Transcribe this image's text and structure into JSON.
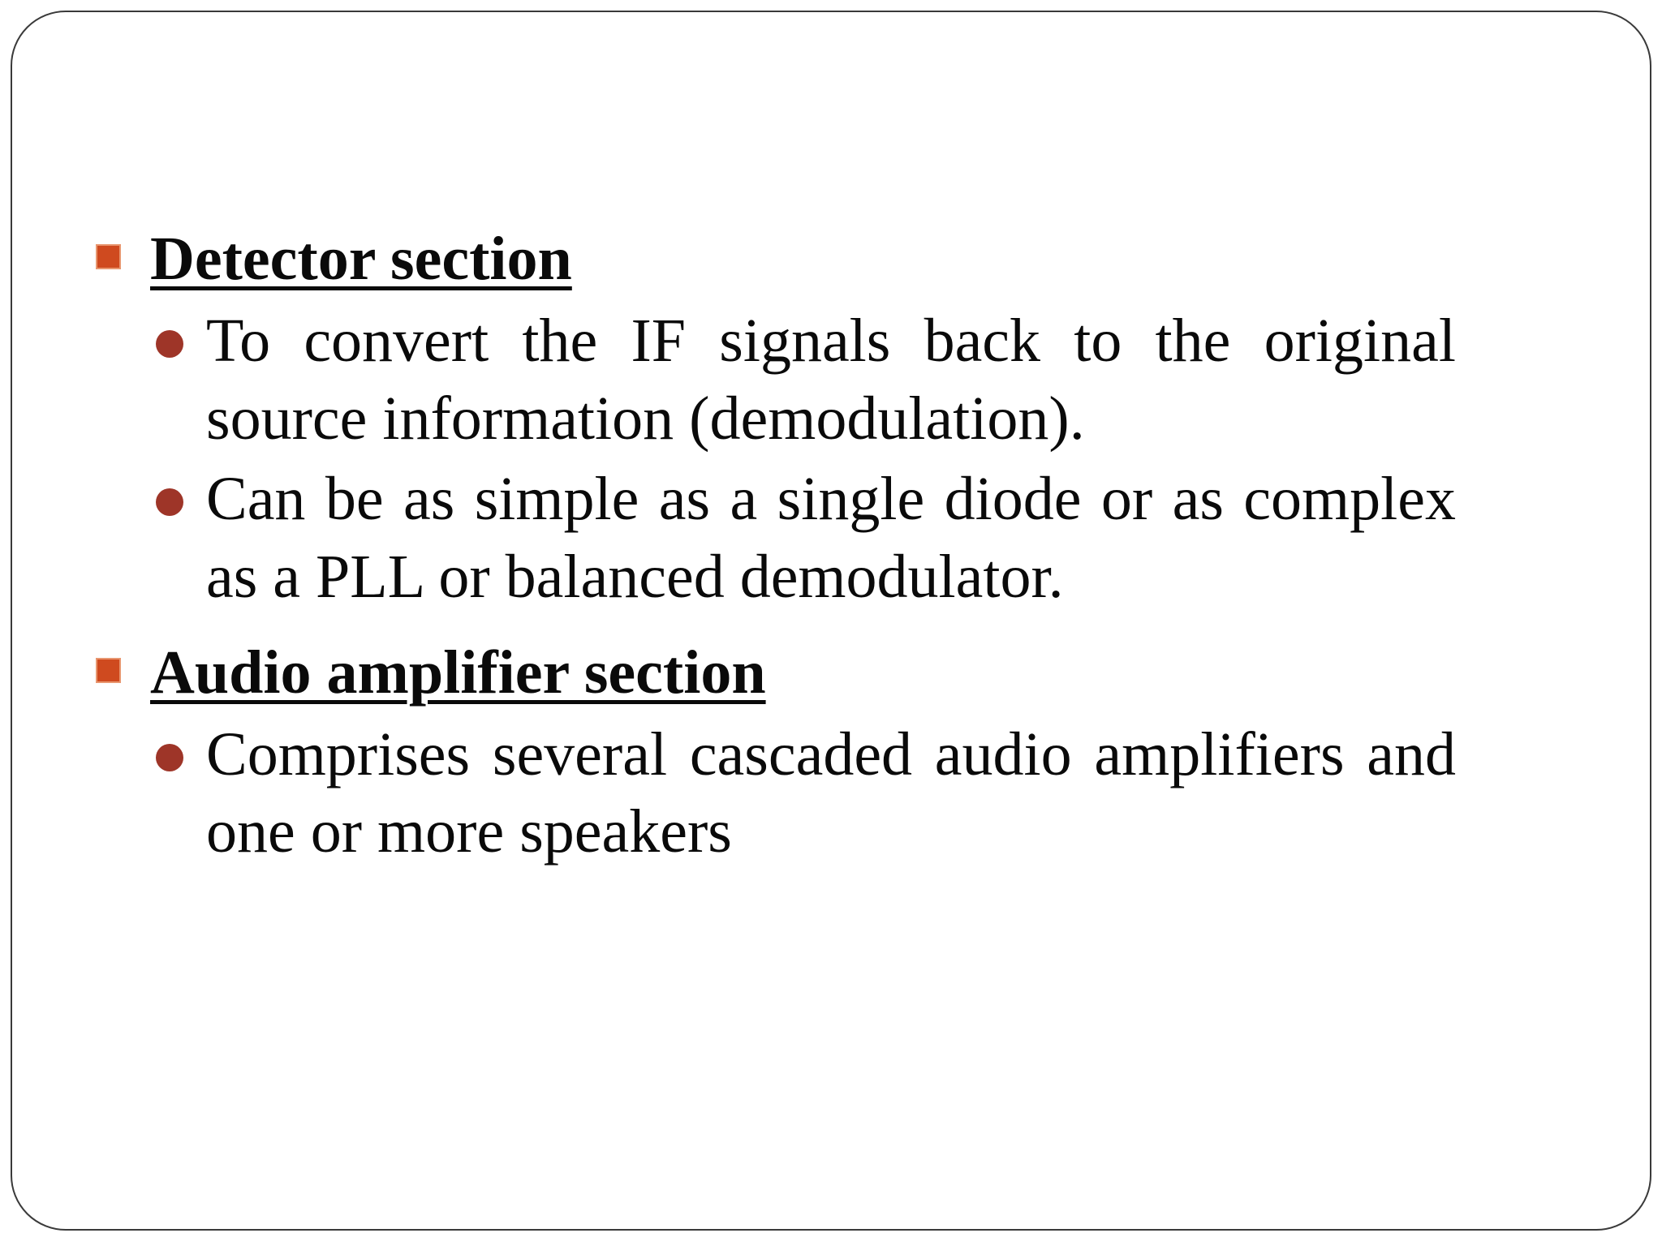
{
  "slide": {
    "background_color": "#ffffff",
    "border_color": "#3a3a3a",
    "square_bullet_color": "#cf4a1f",
    "round_bullet_color": "#9e3528",
    "text_color": "#0a0a0a",
    "sections": [
      {
        "heading": "Detector section",
        "bullets": [
          "To convert the IF signals back to the original source information (demodulation).",
          "Can be as simple as a single diode or as complex as a PLL or balanced demodulator."
        ]
      },
      {
        "heading": "Audio amplifier section",
        "bullets": [
          "Comprises several cascaded audio amplifiers and one or more speakers"
        ]
      }
    ]
  }
}
